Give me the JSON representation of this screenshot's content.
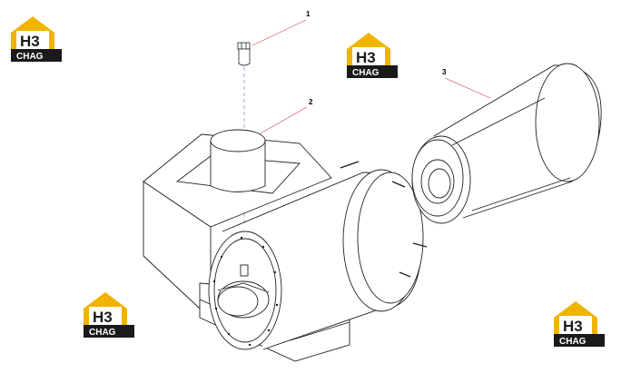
{
  "logo": {
    "mark": "H3",
    "subtitle": "CHAG",
    "brand_color": "#f0b400",
    "dark_color": "#1a1a1a"
  },
  "diagram": {
    "callouts": [
      "1",
      "2",
      "3"
    ]
  }
}
